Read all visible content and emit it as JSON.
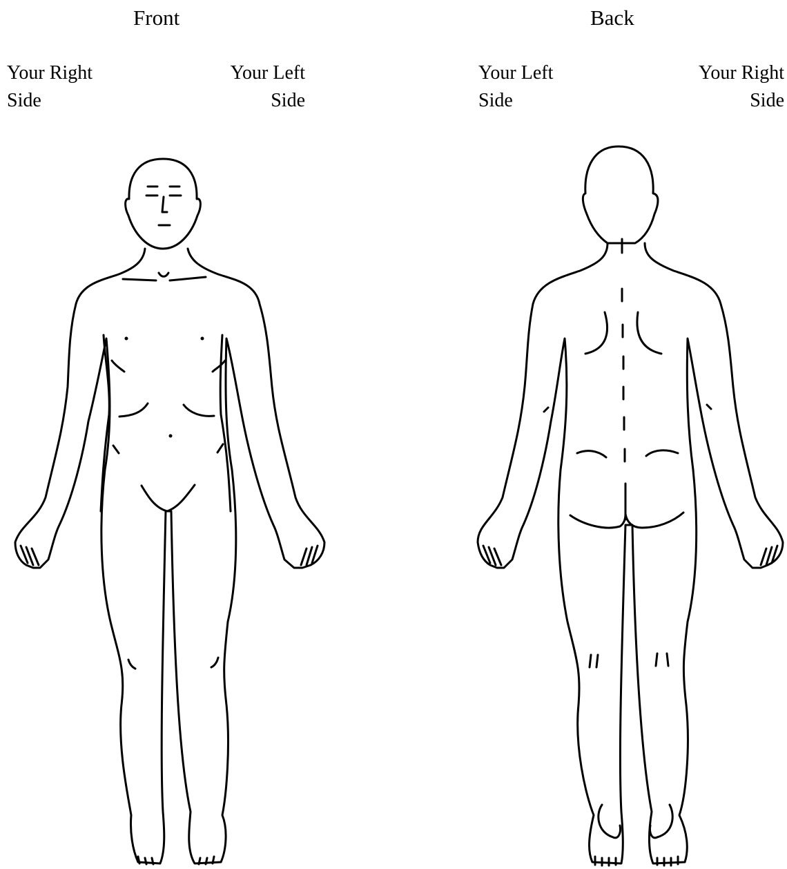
{
  "front": {
    "title": "Front",
    "left_label": "Your Right\nSide",
    "right_label": "Your Left\nSide"
  },
  "back": {
    "title": "Back",
    "left_label": "Your Left\nSide",
    "right_label": "Your Right\nSide"
  },
  "colors": {
    "line": "#000000",
    "background": "#ffffff"
  }
}
